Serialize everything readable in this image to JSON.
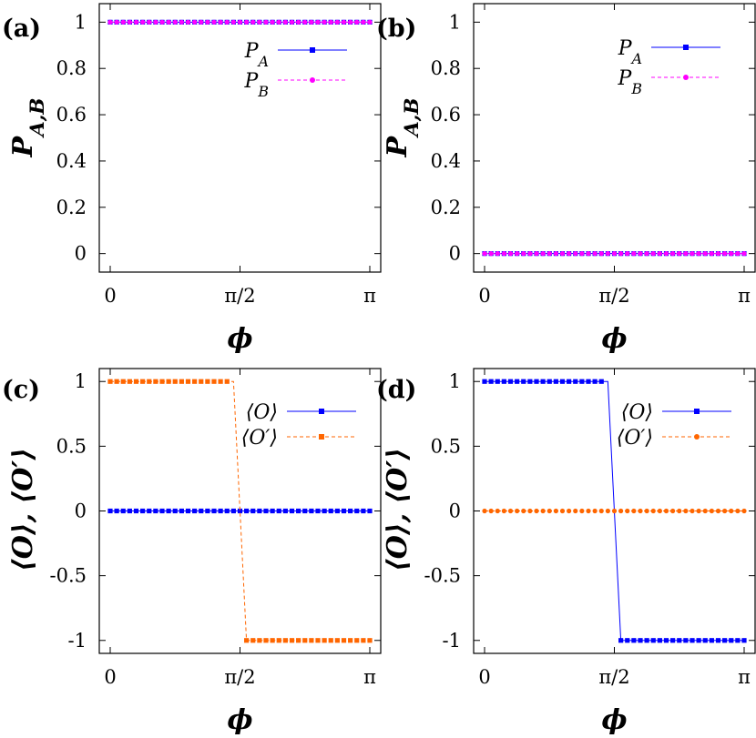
{
  "chart_data": [
    {
      "panel": "(a)",
      "type": "line",
      "xlabel": "ϕ",
      "ylabel": "P_{A,B}",
      "xlim": [
        0,
        3.14159
      ],
      "ylim": [
        -0.08,
        1.08
      ],
      "x_ticks": [
        {
          "value": 0,
          "label": "0"
        },
        {
          "value": 1.5708,
          "label": "π/2"
        },
        {
          "value": 3.14159,
          "label": "π"
        }
      ],
      "y_ticks": [
        {
          "value": 0,
          "label": "0"
        },
        {
          "value": 0.2,
          "label": "0.2"
        },
        {
          "value": 0.4,
          "label": "0.4"
        },
        {
          "value": 0.6,
          "label": "0.6"
        },
        {
          "value": 0.8,
          "label": "0.8"
        },
        {
          "value": 1,
          "label": "1"
        }
      ],
      "legend_position": "top-right",
      "series": [
        {
          "name": "P_A",
          "color": "#0000ff",
          "marker": "square",
          "dash": "solid",
          "points": 41,
          "segments": [
            {
              "x0": 0,
              "x1": 3.14159,
              "y": 1
            }
          ]
        },
        {
          "name": "P_B",
          "color": "#ff00ff",
          "marker": "circle",
          "dash": "dashed",
          "points": 41,
          "segments": [
            {
              "x0": 0,
              "x1": 3.14159,
              "y": 1
            }
          ]
        }
      ]
    },
    {
      "panel": "(b)",
      "type": "line",
      "xlabel": "ϕ",
      "ylabel": "P_{A,B}",
      "xlim": [
        0,
        3.14159
      ],
      "ylim": [
        -0.08,
        1.08
      ],
      "x_ticks": [
        {
          "value": 0,
          "label": "0"
        },
        {
          "value": 1.5708,
          "label": "π/2"
        },
        {
          "value": 3.14159,
          "label": "π"
        }
      ],
      "y_ticks": [
        {
          "value": 0,
          "label": "0"
        },
        {
          "value": 0.2,
          "label": "0.2"
        },
        {
          "value": 0.4,
          "label": "0.4"
        },
        {
          "value": 0.6,
          "label": "0.6"
        },
        {
          "value": 0.8,
          "label": "0.8"
        },
        {
          "value": 1,
          "label": "1"
        }
      ],
      "legend_position": "top-right",
      "series": [
        {
          "name": "P_A",
          "color": "#0000ff",
          "marker": "square",
          "dash": "solid",
          "points": 41,
          "segments": [
            {
              "x0": 0,
              "x1": 3.14159,
              "y": 0
            }
          ]
        },
        {
          "name": "P_B",
          "color": "#ff00ff",
          "marker": "circle",
          "dash": "dashed",
          "points": 41,
          "segments": [
            {
              "x0": 0,
              "x1": 3.14159,
              "y": 0
            }
          ]
        }
      ]
    },
    {
      "panel": "(c)",
      "type": "line",
      "xlabel": "ϕ",
      "ylabel": "⟨O⟩, ⟨O′⟩",
      "xlim": [
        0,
        3.14159
      ],
      "ylim": [
        -1.1,
        1.1
      ],
      "x_ticks": [
        {
          "value": 0,
          "label": "0"
        },
        {
          "value": 1.5708,
          "label": "π/2"
        },
        {
          "value": 3.14159,
          "label": "π"
        }
      ],
      "y_ticks": [
        {
          "value": -1,
          "label": "-1"
        },
        {
          "value": -0.5,
          "label": "-0.5"
        },
        {
          "value": 0,
          "label": "0"
        },
        {
          "value": 0.5,
          "label": "0.5"
        },
        {
          "value": 1,
          "label": "1"
        }
      ],
      "legend_position": "top-right",
      "series": [
        {
          "name": "⟨O⟩",
          "color": "#0000ff",
          "marker": "square",
          "dash": "solid",
          "points": 41,
          "segments": [
            {
              "x0": 0,
              "x1": 3.14159,
              "y": 0
            }
          ]
        },
        {
          "name": "⟨O′⟩",
          "color": "#ff6600",
          "marker": "square",
          "dash": "dashed",
          "points": 41,
          "segments": [
            {
              "x0": 0,
              "x1": 1.492,
              "y": 1
            },
            {
              "x0": 1.5708,
              "x1": 1.5708,
              "y": 0
            },
            {
              "x0": 1.649,
              "x1": 3.14159,
              "y": -1
            }
          ]
        }
      ]
    },
    {
      "panel": "(d)",
      "type": "line",
      "xlabel": "ϕ",
      "ylabel": "⟨O⟩, ⟨O′⟩",
      "xlim": [
        0,
        3.14159
      ],
      "ylim": [
        -1.1,
        1.1
      ],
      "x_ticks": [
        {
          "value": 0,
          "label": "0"
        },
        {
          "value": 1.5708,
          "label": "π/2"
        },
        {
          "value": 3.14159,
          "label": "π"
        }
      ],
      "y_ticks": [
        {
          "value": -1,
          "label": "-1"
        },
        {
          "value": -0.5,
          "label": "-0.5"
        },
        {
          "value": 0,
          "label": "0"
        },
        {
          "value": 0.5,
          "label": "0.5"
        },
        {
          "value": 1,
          "label": "1"
        }
      ],
      "legend_position": "top-right",
      "series": [
        {
          "name": "⟨O⟩",
          "color": "#0000ff",
          "marker": "square",
          "dash": "solid",
          "points": 41,
          "segments": [
            {
              "x0": 0,
              "x1": 1.492,
              "y": 1
            },
            {
              "x0": 1.649,
              "x1": 3.14159,
              "y": -1
            }
          ]
        },
        {
          "name": "⟨O′⟩",
          "color": "#ff6600",
          "marker": "circle",
          "dash": "dashed",
          "points": 41,
          "segments": [
            {
              "x0": 0,
              "x1": 3.14159,
              "y": 0
            }
          ]
        }
      ]
    }
  ]
}
